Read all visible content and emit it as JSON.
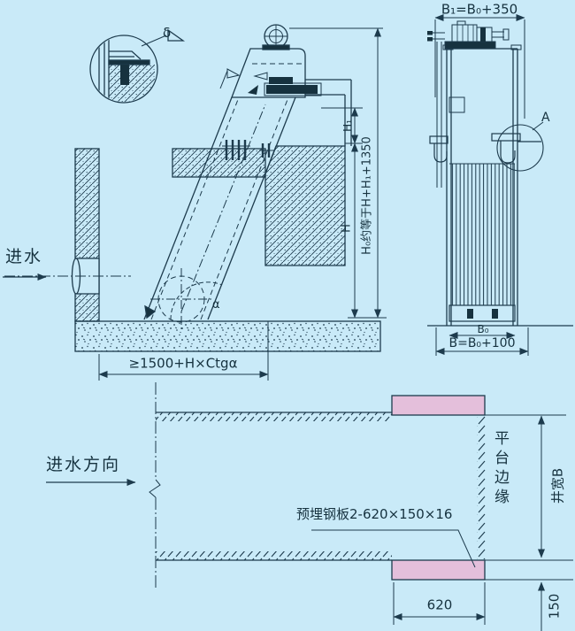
{
  "colors": {
    "background": "#c9eaf8",
    "line": "#1d3b4d",
    "plate_pink": "#e4bfdb"
  },
  "detail": {
    "delta": "δ"
  },
  "elevation": {
    "inlet": "进水",
    "dim_h1": "H₁",
    "dim_h": "H",
    "dim_total": "H₀约等于H+H₁+1350",
    "angle": "α",
    "dim_bottom": "≥1500+H×Ctgα"
  },
  "side": {
    "dim_top": "B₁=B₀+350",
    "detail_a": "A",
    "dim_b0": "B₀",
    "dim_b": "B=B₀+100"
  },
  "plan": {
    "flow": "进水方向",
    "platform_edge": "平台边缘",
    "well_width": "井宽B",
    "plate": "预埋钢板2-620×150×16",
    "dim_620": "620",
    "dim_150": "150"
  }
}
